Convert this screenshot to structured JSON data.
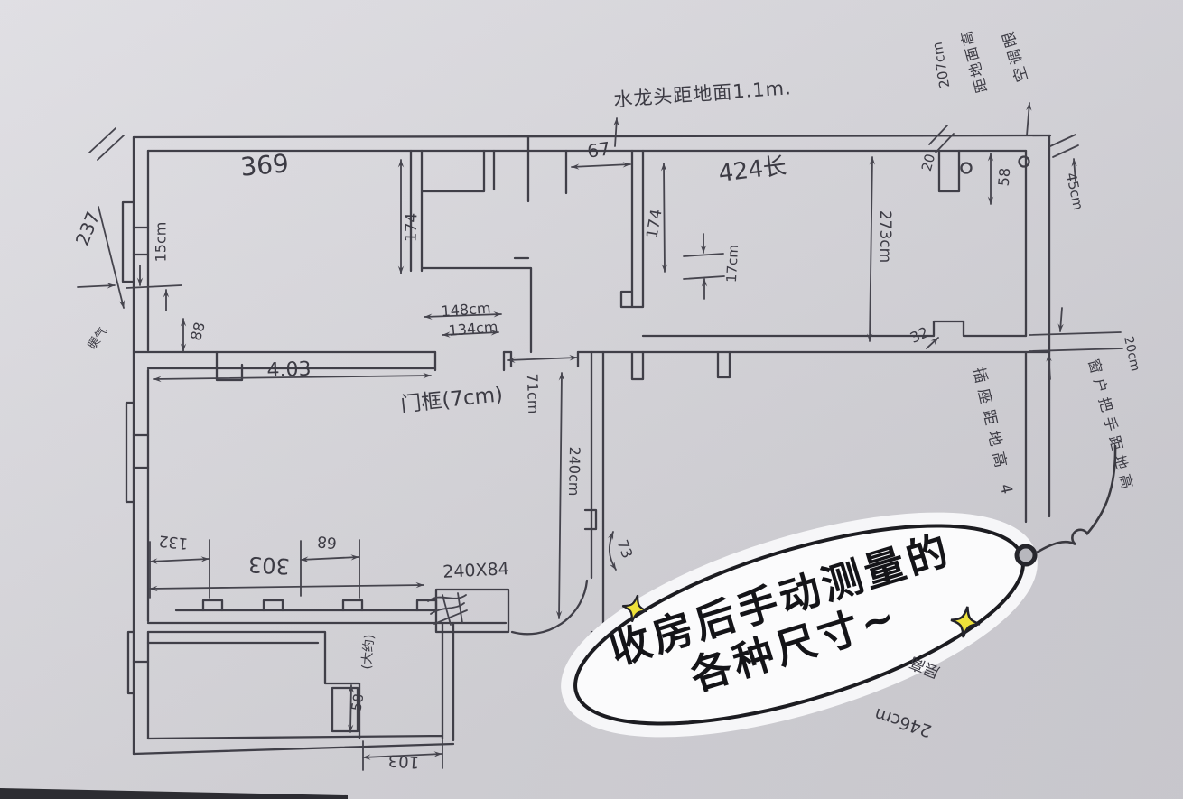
{
  "meta": {
    "description": "Hand-drawn apartment floor plan photo with measurement notes",
    "colors": {
      "paper": "#d8d7dc",
      "ink": "#403f48",
      "bubble_fill": "#fbfbfc",
      "bubble_outline": "#1c1c21",
      "sparkle_yellow": "#efe23a"
    }
  },
  "bubble": {
    "line1": "收房后手动测量的",
    "line2": "各种尺寸~"
  },
  "annotations": {
    "room_369": "369",
    "dim_237": "237",
    "dim_15cm": "15cm",
    "dim_88": "88",
    "note_radiator": "暖气",
    "dim_174_left": "174",
    "dim_67": "67",
    "note_faucet": "水龙头距地面1.1m.",
    "dim_424": "424长",
    "dim_174_right": "174",
    "dim_17cm": "17cm",
    "dim_273cm": "273cm",
    "dim_20": "20",
    "dim_58_top": "58",
    "note_ac_hole": "空调眼",
    "note_ac_height": "距地面高",
    "dim_207cm": "207cm",
    "dim_45cm": "45cm",
    "dim_32": "32",
    "dim_20cm": "20cm",
    "note_window_handle": "窗户把手距地高",
    "note_socket_height": "插座距地高 4",
    "dim_4_03": "4.03",
    "note_door_frame": "门框(7cm)",
    "dim_148cm": "148cm",
    "dim_134cm": "134cm",
    "dim_71cm": "71cm",
    "dim_240cm": "240cm",
    "dim_73": "73",
    "dim_240x84": "240X84",
    "dim_132": "132",
    "dim_303": "303",
    "dim_68": "68",
    "note_approx": "(大约)",
    "dim_58_bottom": "58",
    "dim_103": "103",
    "note_ceiling": "层高",
    "dim_246cm": "246cm"
  }
}
